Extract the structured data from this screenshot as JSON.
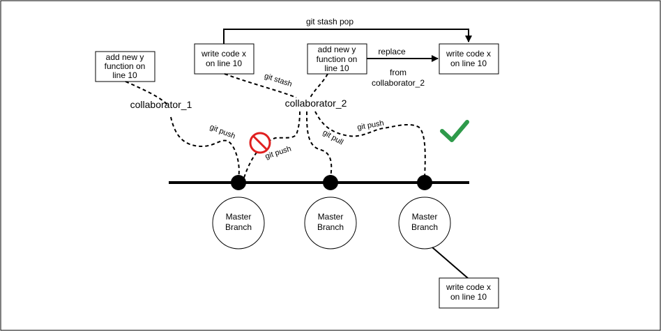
{
  "boxes": {
    "box1": [
      "add new y",
      "function on",
      "line 10"
    ],
    "box2": [
      "write code x",
      "on line 10"
    ],
    "box3": [
      "add new y",
      "function on",
      "line 10"
    ],
    "box4": [
      "write code x",
      "on line 10"
    ],
    "box5": [
      "write code x",
      "on line 10"
    ]
  },
  "labels": {
    "stash_pop": "git stash pop",
    "replace": "replace",
    "from": "from",
    "from_who": "collaborator_2",
    "git_stash": "git stash",
    "collaborator_1": "collaborator_1",
    "collaborator_2": "collaborator_2",
    "git_push_1": "git push",
    "git_push_2": "git push",
    "git_pull": "git pull",
    "git_push_3": "git push"
  },
  "branches": [
    [
      "Master",
      "Branch"
    ],
    [
      "Master",
      "Branch"
    ],
    [
      "Master",
      "Branch"
    ]
  ],
  "icons": {
    "blocked": "no-entry-icon",
    "success": "check-mark-icon"
  },
  "colors": {
    "blocked": "#e02020",
    "success": "#2e9a4a",
    "line": "#000000"
  }
}
